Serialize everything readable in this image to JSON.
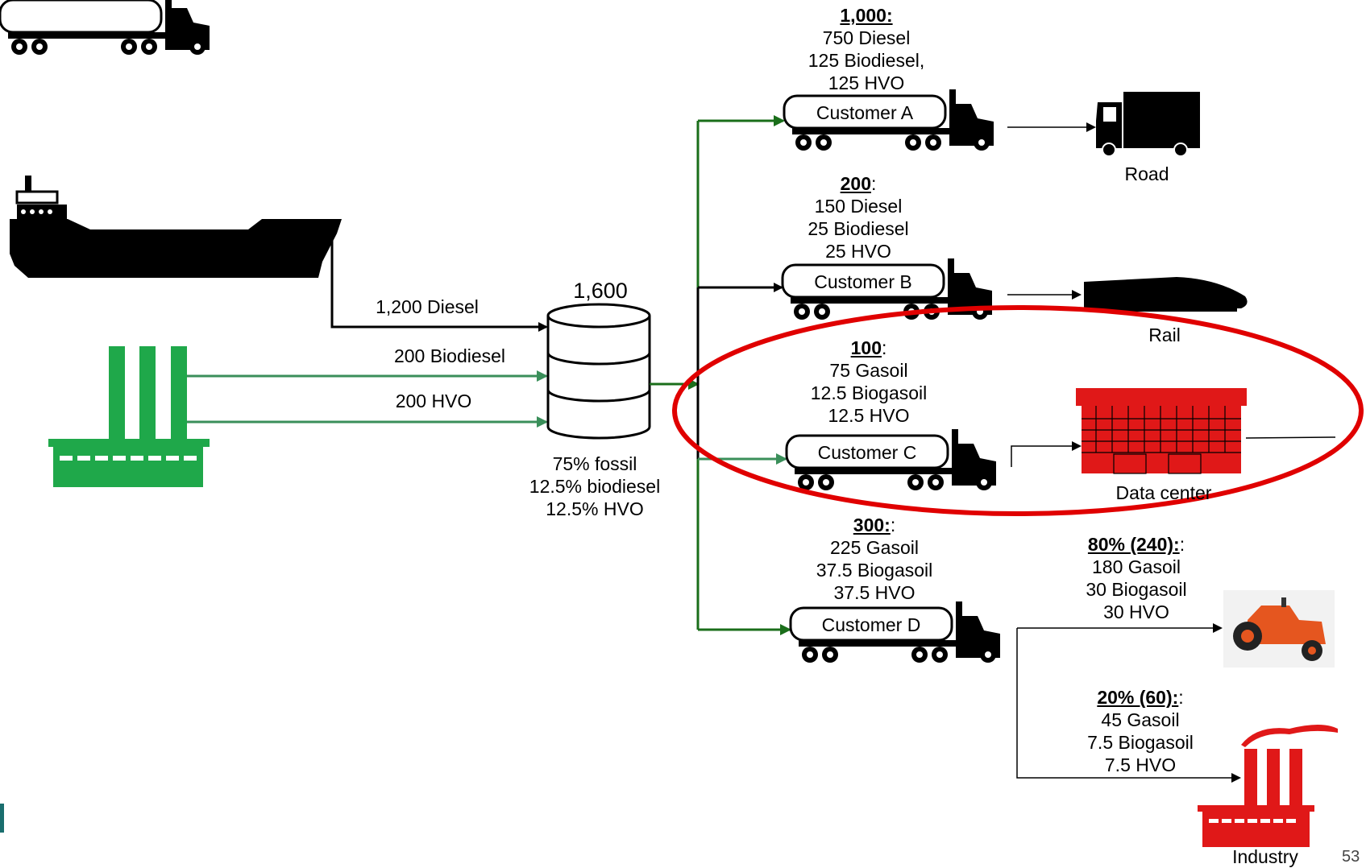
{
  "page_number": "53",
  "source": {
    "ship_icon": "ship-icon",
    "factory_icon": "factory-icon",
    "flows": [
      {
        "label": "1,200 Diesel"
      },
      {
        "label": "200 Biodiesel"
      },
      {
        "label": "200 HVO"
      }
    ]
  },
  "storage": {
    "icon": "storage-tank-icon",
    "total": "1,600",
    "mix": [
      "75% fossil",
      "12.5% biodiesel",
      "12.5% HVO"
    ]
  },
  "customers": [
    {
      "name": "Customer A",
      "amount": "1,000:",
      "suffix": "",
      "lines": [
        "750 Diesel",
        "125 Biodiesel,",
        "125 HVO"
      ],
      "destination": "Road",
      "dest_icon": "box-truck-icon"
    },
    {
      "name": "Customer B",
      "amount": "200",
      "suffix": ":",
      "lines": [
        "150 Diesel",
        "25 Biodiesel",
        "25 HVO"
      ],
      "destination": "Rail",
      "dest_icon": "train-icon"
    },
    {
      "name": "Customer C",
      "amount": "100",
      "suffix": ":",
      "lines": [
        "75 Gasoil",
        "12.5 Biogasoil",
        "12.5 HVO"
      ],
      "destination": "Data center",
      "dest_icon": "data-center-icon"
    },
    {
      "name": "Customer D",
      "amount": "300:",
      "suffix": ":",
      "lines": [
        "225 Gasoil",
        "37.5 Biogasoil",
        "37.5 HVO"
      ],
      "destination": "",
      "dest_icon": "tanker-truck-icon"
    }
  ],
  "split_d": [
    {
      "amount": "80% (240):",
      "suffix": ":",
      "lines": [
        "180 Gasoil",
        "30 Biogasoil",
        "30 HVO"
      ],
      "destination": "",
      "dest_icon": "tractor-icon"
    },
    {
      "amount": "20% (60):",
      "suffix": ":",
      "lines": [
        "45 Gasoil",
        "7.5 Biogasoil",
        "7.5 HVO"
      ],
      "destination": "Industry",
      "dest_icon": "industry-factory-icon"
    }
  ],
  "highlight_color": "#e00000",
  "colors": {
    "black_flow": "#000000",
    "green_flow": "#3a8f5a",
    "dark_green_flow": "#1a6e1a",
    "factory_green": "#1fa84a",
    "industry_red": "#e01818"
  }
}
